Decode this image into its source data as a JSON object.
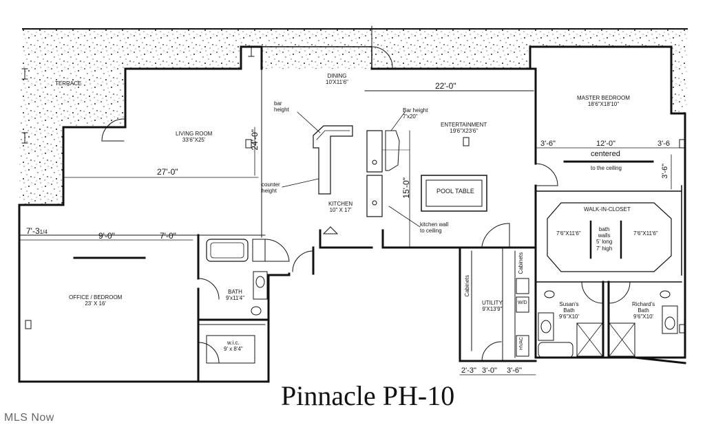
{
  "plan": {
    "title": "Pinnacle PH-10",
    "watermark": "MLS Now",
    "rooms": {
      "terrace": {
        "name": "TERRACE"
      },
      "living": {
        "name": "LIVING ROOM",
        "size": "33'6\"X25'"
      },
      "dining": {
        "name": "DINING",
        "size": "10'X11'6\""
      },
      "entertainment": {
        "name": "ENTERTAINMENT",
        "size": "19'6\"X23'6\""
      },
      "master": {
        "name": "MASTER BEDROOM",
        "size": "18'6\"X18'10\""
      },
      "kitchen": {
        "name": "KITCHEN",
        "size": "10\" X 17'"
      },
      "office": {
        "name": "OFFICE / BEDROOM",
        "size": "23' X 16'"
      },
      "bath": {
        "name": "BATH",
        "size": "9'x11'4\""
      },
      "wic": {
        "name": "w.i.c.",
        "size": "9' x 8'4\""
      },
      "utility": {
        "name": "UTILITY",
        "size": "9'X13'9\""
      },
      "closet": {
        "name": "WALK-IN-CLOSET",
        "left_size": "7'6\"X11'6\"",
        "right_size": "7'6\"X11'6\""
      },
      "susan": {
        "name": "Susan's",
        "name2": "Bath",
        "size": "9'6\"X10'"
      },
      "richard": {
        "name": "Richard's",
        "name2": "Bath",
        "size": "9'6\"X10'"
      }
    },
    "notes": {
      "bar1": "bar",
      "bar2": "height",
      "barheight1": "Bar height",
      "barheight2": "7'x20\"",
      "counter1": "counter",
      "counter2": "height",
      "kwall1": "kitchen wall",
      "kwall2": "to ceiling",
      "pool": "POOL TABLE",
      "centered": "centered",
      "ceiling": "to the ceiling",
      "bathwalls1": "bath",
      "bathwalls2": "walls",
      "bathwalls3": "5' long",
      "bathwalls4": "7' high",
      "cabinets_a": "Cabinets",
      "cabinets_b": "Cabinets",
      "wd": "W/D",
      "hvac": "HVAC"
    },
    "dims": {
      "d27": "27'-0\"",
      "d22": "22'-0\"",
      "d7_3": "7'-3",
      "d7_3_frac": "1/4",
      "d9": "9'-0\"",
      "d7": "7'-0\"",
      "d15": "15'-0\"",
      "d24": "24'-0\"",
      "d3_6a": "3'-6\"",
      "d12": "12'-0\"",
      "d3_6b": "3'-6",
      "d3_6c": "3'-6\"",
      "d2_3": "2'-3\"",
      "d3_0": "3'-0\"",
      "d3_6d": "3'-6\""
    }
  }
}
